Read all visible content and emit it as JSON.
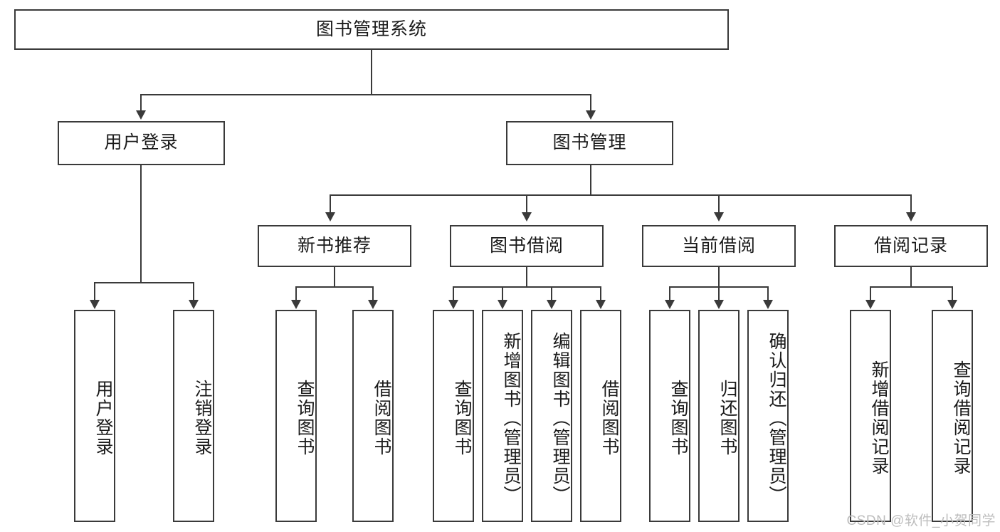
{
  "diagram": {
    "type": "tree",
    "title": "图书管理系统",
    "root": {
      "label": "图书管理系统"
    },
    "level2": [
      {
        "label": "用户登录"
      },
      {
        "label": "图书管理"
      }
    ],
    "level3": [
      {
        "label": "新书推荐"
      },
      {
        "label": "图书借阅"
      },
      {
        "label": "当前借阅"
      },
      {
        "label": "借阅记录"
      }
    ],
    "leaves": {
      "user_login": [
        {
          "label": "用户登录"
        },
        {
          "label": "注销登录"
        }
      ],
      "new_book_recommend": [
        {
          "label": "查询图书"
        },
        {
          "label": "借阅图书"
        }
      ],
      "book_borrow": [
        {
          "label": "查询图书"
        },
        {
          "label": "新增图书（管理员）"
        },
        {
          "label": "编辑图书（管理员）"
        },
        {
          "label": "借阅图书"
        }
      ],
      "current_borrow": [
        {
          "label": "查询图书"
        },
        {
          "label": "归还图书"
        },
        {
          "label": "确认归还（管理员）"
        }
      ],
      "borrow_record": [
        {
          "label": "新增借阅记录"
        },
        {
          "label": "查询借阅记录"
        }
      ]
    }
  },
  "watermark": {
    "text": "CSDN @软件_小贺同学"
  },
  "colors": {
    "stroke": "#3a3a3a",
    "fill": "#ffffff",
    "text": "#1a1a1a",
    "watermark": "#bdbdbd"
  }
}
